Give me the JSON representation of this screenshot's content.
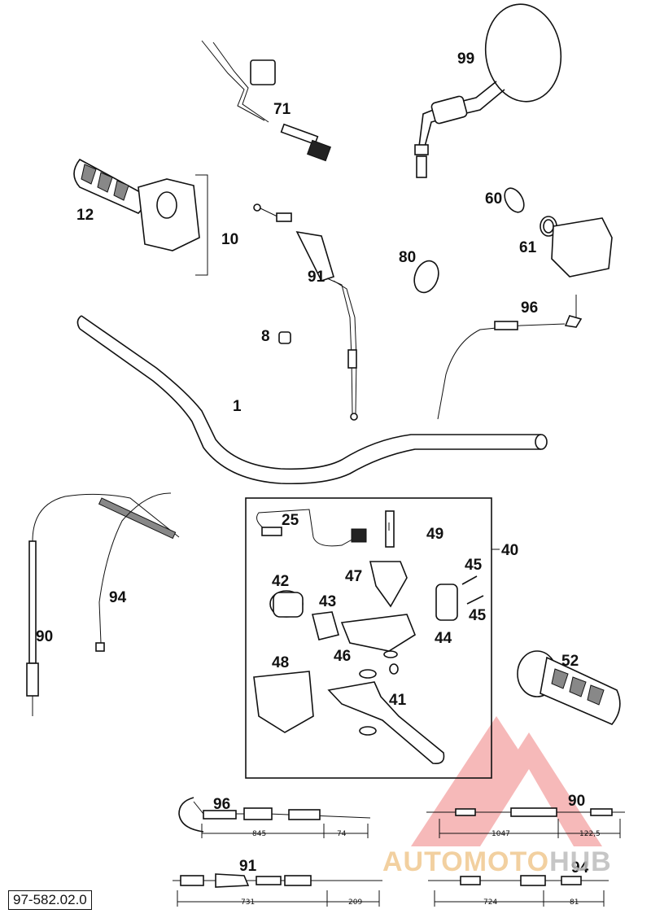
{
  "drawing_number": "97-582.02.0",
  "watermark": {
    "part1": "AUTOMOTO",
    "part2": "HUB",
    "color_primary": "#f08080",
    "color_text": "#f0c890",
    "color_hub": "#bdbdbd"
  },
  "callouts": {
    "c1": "1",
    "c8": "8",
    "c10": "10",
    "c12": "12",
    "c25": "25",
    "c40": "40",
    "c41": "41",
    "c42": "42",
    "c43": "43",
    "c44": "44",
    "c45a": "45",
    "c45b": "45",
    "c46": "46",
    "c47": "47",
    "c48": "48",
    "c49": "49",
    "c52": "52",
    "c60": "60",
    "c61": "61",
    "c71": "71",
    "c80": "80",
    "c90": "90",
    "c91": "91",
    "c94": "94",
    "c96": "96",
    "c99": "99"
  },
  "cable_details": {
    "cable96": {
      "label": "96",
      "dim_main": "845",
      "dim_end": "74"
    },
    "cable90": {
      "label": "90",
      "dim_main": "1047",
      "dim_end": "122,5"
    },
    "cable91": {
      "label": "91",
      "dim_main": "731",
      "dim_end": "209"
    },
    "cable94": {
      "label": "94",
      "dim_main": "724",
      "dim_end": "81"
    }
  }
}
